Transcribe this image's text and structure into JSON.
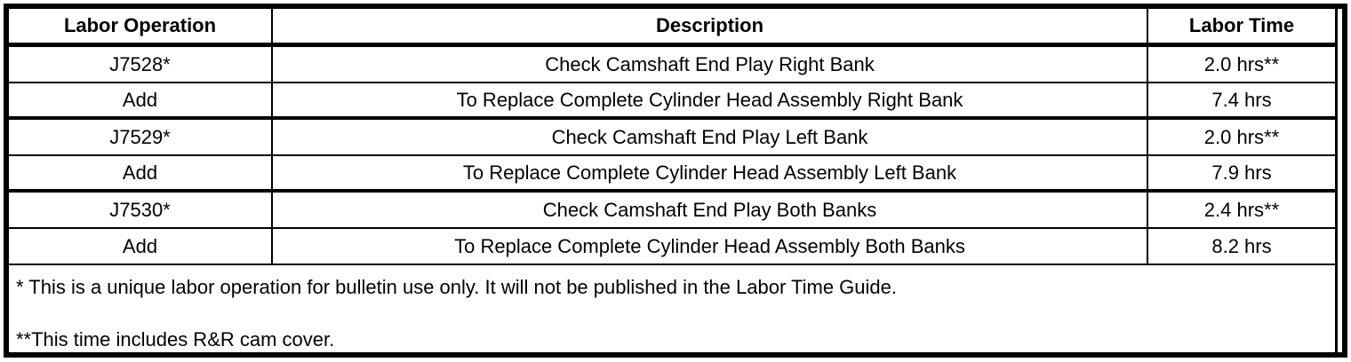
{
  "table": {
    "headers": {
      "labor_operation": "Labor Operation",
      "description": "Description",
      "labor_time": "Labor Time"
    },
    "rows": [
      {
        "operation": "J7528*",
        "description": "Check Camshaft End Play Right Bank",
        "time": "2.0 hrs**"
      },
      {
        "operation": "Add",
        "description": "To Replace Complete Cylinder Head Assembly Right Bank",
        "time": "7.4 hrs"
      },
      {
        "operation": "J7529*",
        "description": "Check Camshaft End Play Left Bank",
        "time": "2.0 hrs**"
      },
      {
        "operation": "Add",
        "description": "To Replace Complete Cylinder Head Assembly Left Bank",
        "time": "7.9 hrs"
      },
      {
        "operation": "J7530*",
        "description": "Check Camshaft End Play Both Banks",
        "time": "2.4 hrs**"
      },
      {
        "operation": "Add",
        "description": "To Replace Complete Cylinder Head Assembly Both Banks",
        "time": "8.2 hrs"
      }
    ],
    "footnotes": {
      "asterisk": "* This is a unique labor operation for bulletin use only. It will not be published in the Labor Time Guide.",
      "double_asterisk": "**This time includes R&R cam cover."
    }
  },
  "colors": {
    "border": "#000000",
    "background": "#ffffff",
    "text": "#000000"
  }
}
